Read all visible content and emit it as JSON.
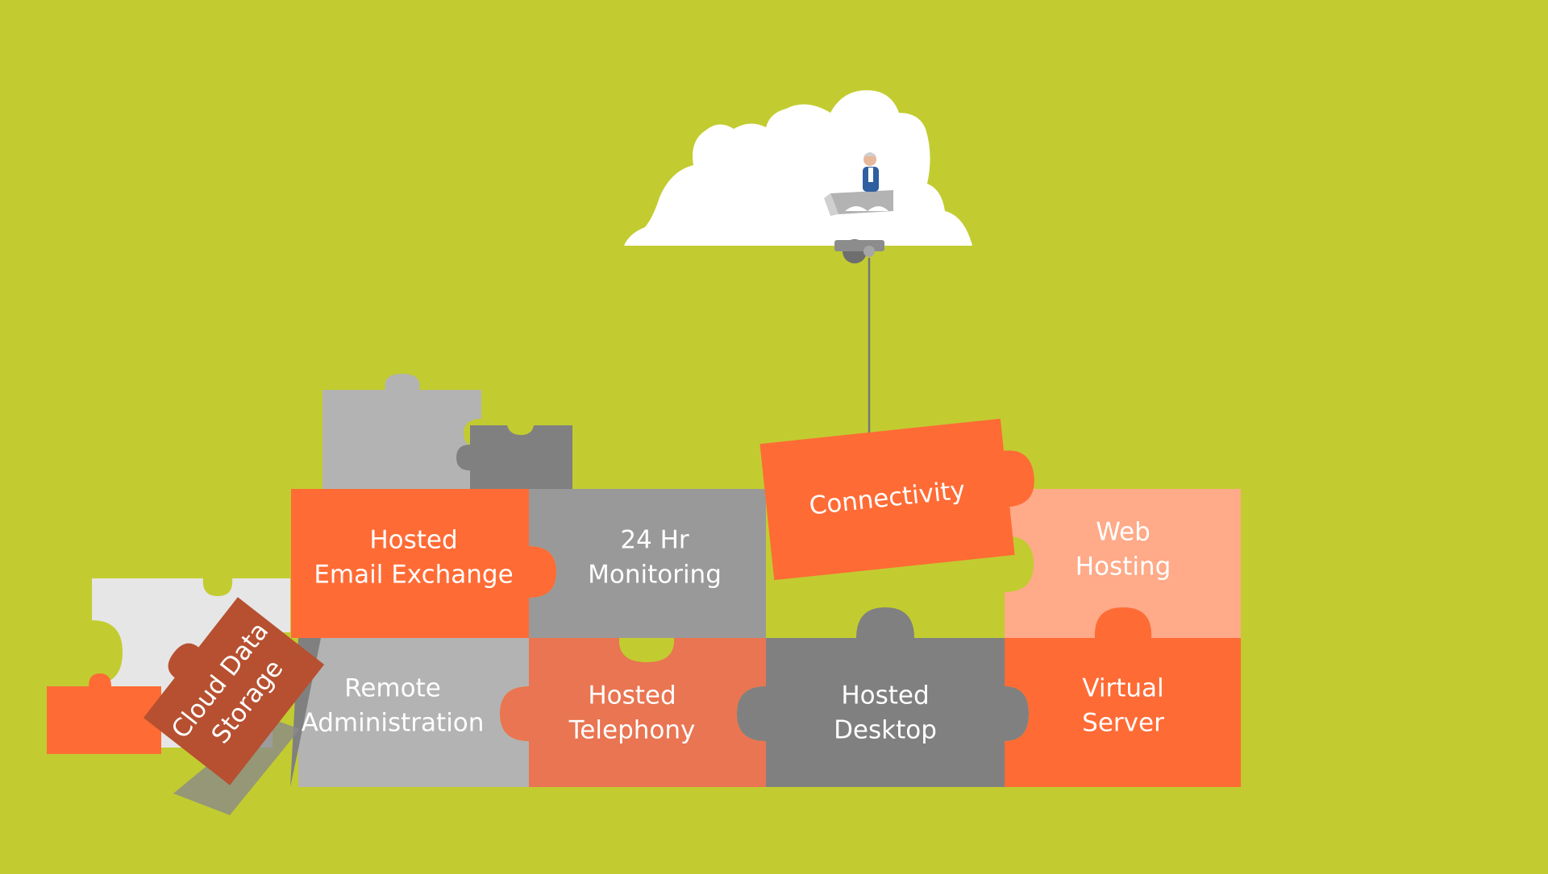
{
  "colors": {
    "background": "#c2cc30",
    "orange": "#ff6b35",
    "salmon": "#e97552",
    "peach": "#ffaa88",
    "rust": "#b65030",
    "gray_light": "#b3b3b3",
    "gray_mid": "#999999",
    "gray_dark": "#808080",
    "gray_pale": "#e6e6e6",
    "cloud": "#ffffff",
    "text": "#ffffff"
  },
  "pieces": {
    "hosted_email": {
      "line1": "Hosted",
      "line2": "Email Exchange",
      "color": "#ff6b35"
    },
    "monitoring": {
      "line1": "24 Hr",
      "line2": "Monitoring",
      "color": "#999999"
    },
    "connectivity": {
      "label": "Connectivity",
      "color": "#ff6b35"
    },
    "web_hosting": {
      "line1": "Web",
      "line2": "Hosting",
      "color": "#ffaa88"
    },
    "remote_admin": {
      "line1": "Remote",
      "line2": "Administration",
      "color": "#b3b3b3"
    },
    "telephony": {
      "line1": "Hosted",
      "line2": "Telephony",
      "color": "#e97552"
    },
    "desktop": {
      "line1": "Hosted",
      "line2": "Desktop",
      "color": "#808080"
    },
    "virtual_server": {
      "line1": "Virtual",
      "line2": "Server",
      "color": "#ff6b35"
    },
    "cloud_storage": {
      "line1": "Cloud Data",
      "line2": "Storage",
      "color": "#b65030"
    }
  },
  "icons": {
    "cloud": "cloud-icon",
    "person": "person-at-podium-icon",
    "pulley": "pulley-icon"
  }
}
